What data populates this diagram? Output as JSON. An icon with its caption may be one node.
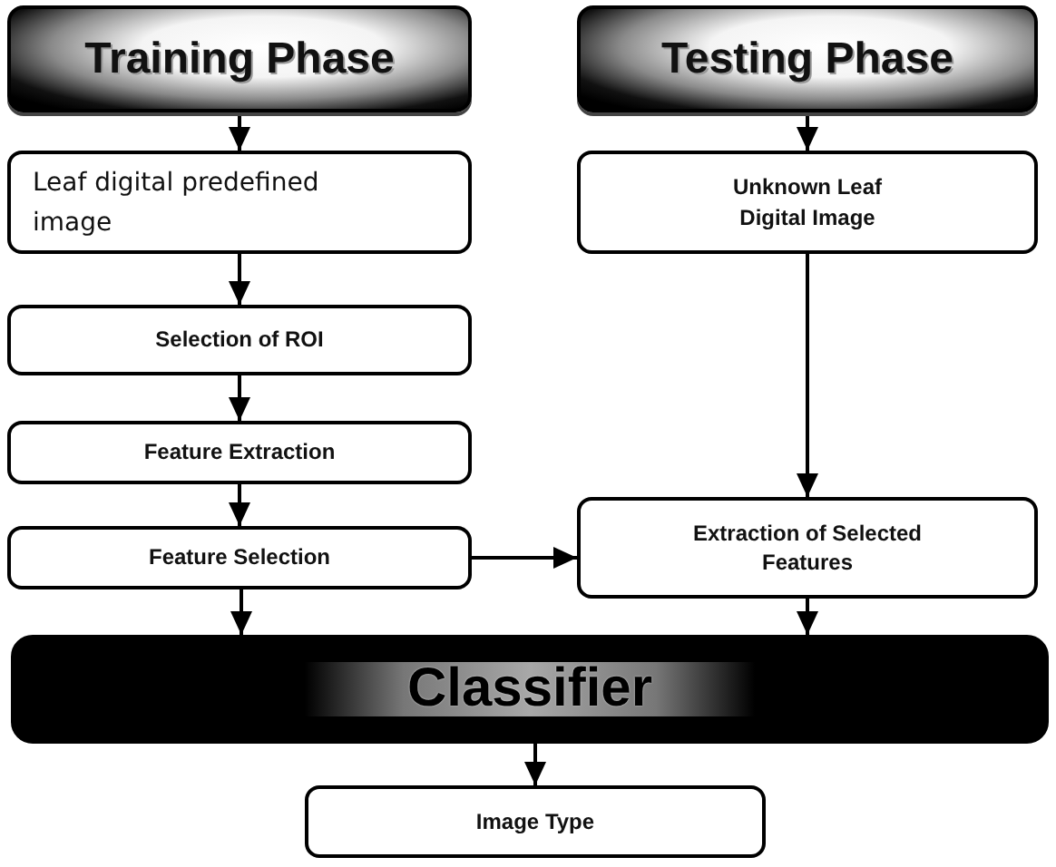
{
  "diagram": {
    "nodes": [
      {
        "text": [
          "Training Phase"
        ]
      },
      {
        "text": [
          "Testing Phase"
        ]
      },
      {
        "text": [
          "Leaf digital predefined image"
        ]
      },
      {
        "text": [
          "Unknown Leaf Digital Image"
        ]
      },
      {
        "text": [
          "Selection of ROI"
        ]
      },
      {
        "text": [
          "Feature Extraction"
        ]
      },
      {
        "text": [
          "Feature Selection"
        ]
      },
      {
        "text": [
          "Extraction of Selected Features"
        ]
      },
      {
        "text": [
          "Classifier"
        ]
      },
      {
        "text": [
          "Image Type"
        ]
      }
    ],
    "edges": [
      {
        "from": 0,
        "to": 2,
        "arrow": "to"
      },
      {
        "from": 1,
        "to": 3,
        "arrow": "to"
      },
      {
        "from": 2,
        "to": 4,
        "arrow": "to"
      },
      {
        "from": 4,
        "to": 5,
        "arrow": "to"
      },
      {
        "from": 5,
        "to": 6,
        "arrow": "to"
      },
      {
        "from": 3,
        "to": 7,
        "arrow": "to"
      },
      {
        "from": 6,
        "to": 7,
        "arrow": "to"
      },
      {
        "from": 6,
        "to": 8,
        "arrow": "to"
      },
      {
        "from": 7,
        "to": 8,
        "arrow": "to"
      },
      {
        "from": 8,
        "to": 9,
        "arrow": "to"
      }
    ]
  }
}
